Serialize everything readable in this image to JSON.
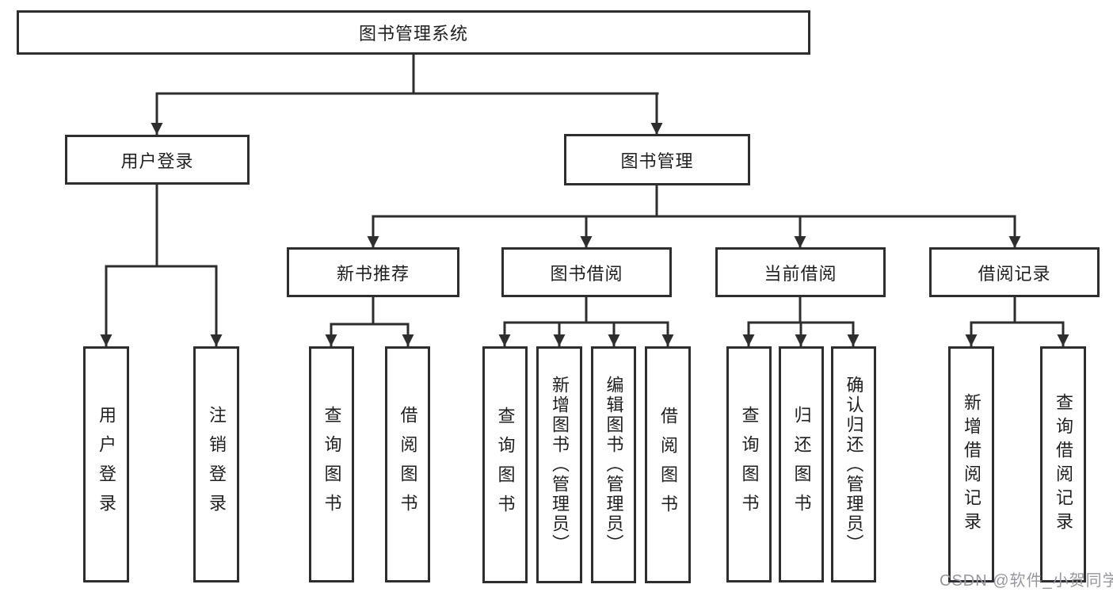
{
  "diagram": {
    "type": "tree",
    "title": "图书管理系统",
    "colors": {
      "line": "#2e2e2e",
      "box_border": "#2e2e2e",
      "box_fill": "#ffffff",
      "text": "#1f1f1f",
      "background": "#ffffff",
      "watermark": "#97979d"
    },
    "tree": {
      "label": "图书管理系统",
      "children": [
        {
          "label": "用户登录",
          "children": [
            {
              "label": "用户登录"
            },
            {
              "label": "注销登录"
            }
          ]
        },
        {
          "label": "图书管理",
          "children": [
            {
              "label": "新书推荐",
              "children": [
                {
                  "label": "查询图书"
                },
                {
                  "label": "借阅图书"
                }
              ]
            },
            {
              "label": "图书借阅",
              "children": [
                {
                  "label": "查询图书"
                },
                {
                  "label": "新增图书（管理员）"
                },
                {
                  "label": "编辑图书（管理员）"
                },
                {
                  "label": "借阅图书"
                }
              ]
            },
            {
              "label": "当前借阅",
              "children": [
                {
                  "label": "查询图书"
                },
                {
                  "label": "归还图书"
                },
                {
                  "label": "确认归还（管理员）"
                }
              ]
            },
            {
              "label": "借阅记录",
              "children": [
                {
                  "label": "新增借阅记录"
                },
                {
                  "label": "查询借阅记录"
                }
              ]
            }
          ]
        }
      ]
    }
  },
  "watermark": {
    "text": "CSDN @软件_小贺同学"
  }
}
